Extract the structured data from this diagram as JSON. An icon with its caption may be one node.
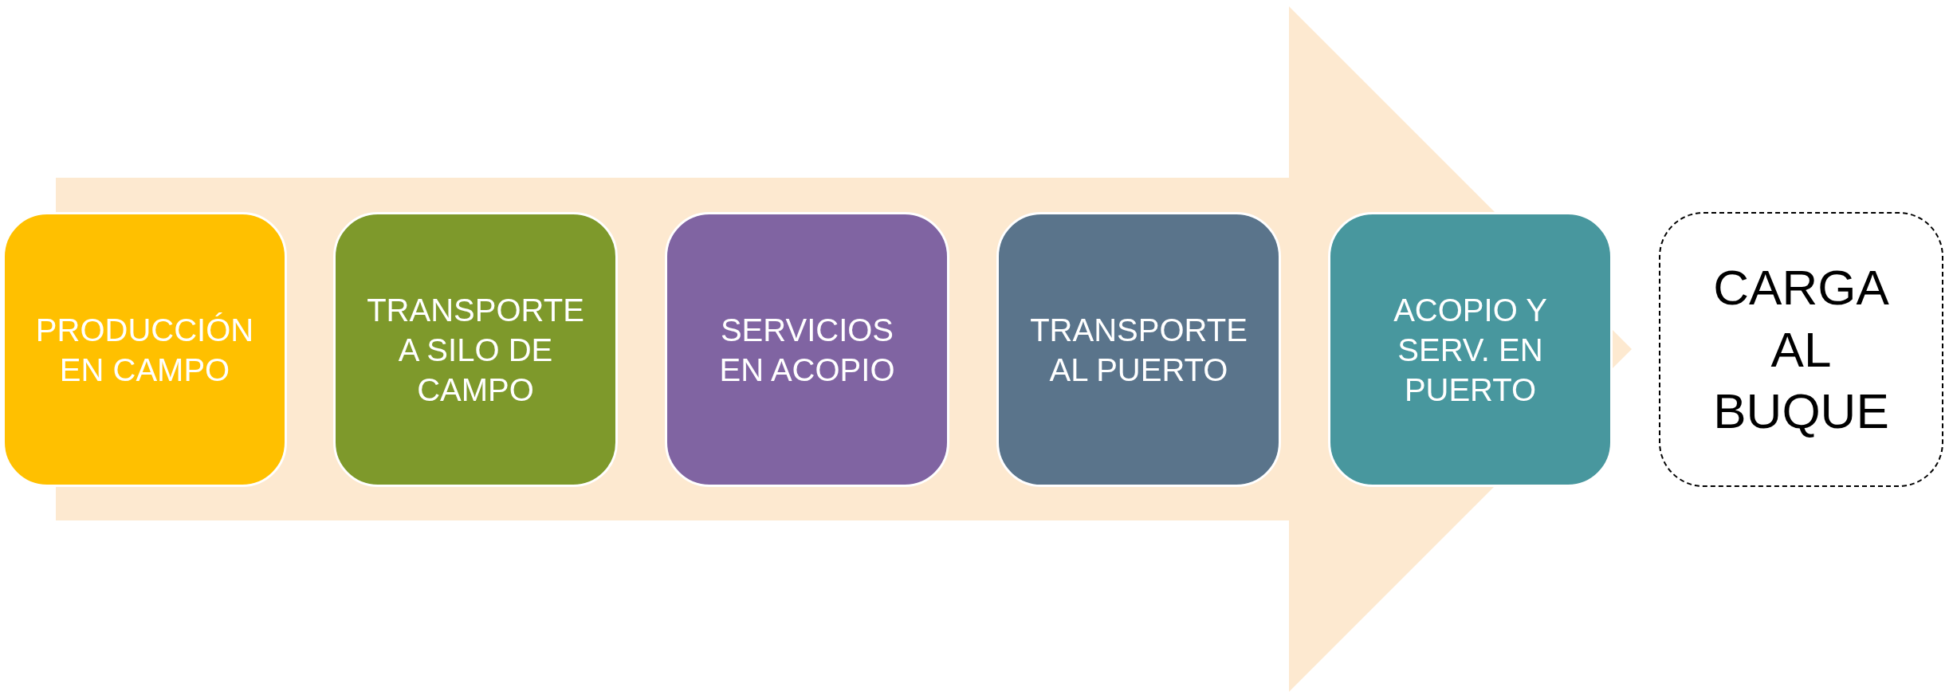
{
  "diagram": {
    "nodes": [
      {
        "text": [
          "PRODUCCIÓN EN CAMPO"
        ]
      },
      {
        "text": [
          "TRANSPORTE A SILO DE CAMPO"
        ]
      },
      {
        "text": [
          "SERVICIOS EN ACOPIO"
        ]
      },
      {
        "text": [
          "TRANSPORTE AL PUERTO"
        ]
      },
      {
        "text": [
          "ACOPIO Y SERV. EN PUERTO"
        ]
      },
      {
        "text": [
          "CARGA AL BUQUE"
        ]
      }
    ],
    "edges": [
      {
        "from": 0,
        "to": 4,
        "arrow": "to"
      }
    ]
  }
}
